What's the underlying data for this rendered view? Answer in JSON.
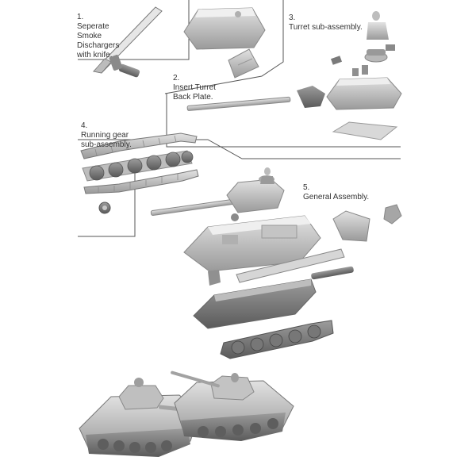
{
  "steps": [
    {
      "number": "1.",
      "text": "Seperate\nSmoke\nDischargers\nwith knife."
    },
    {
      "number": "2.",
      "text": "Insert Turret\nBack Plate."
    },
    {
      "number": "3.",
      "text": "Turret sub-assembly."
    },
    {
      "number": "4.",
      "text": "Running gear\nsub-assembly."
    },
    {
      "number": "5.",
      "text": "General Assembly."
    }
  ],
  "colors": {
    "line": "#555555",
    "part_light": "#d4d4d4",
    "part_mid": "#a8a8a8",
    "part_dark": "#6e6e6e",
    "blade": "#e6e6e6"
  },
  "icons": [
    "knife-icon",
    "turret-part",
    "tank-hull-part",
    "track-part",
    "assembled-tank-model"
  ]
}
